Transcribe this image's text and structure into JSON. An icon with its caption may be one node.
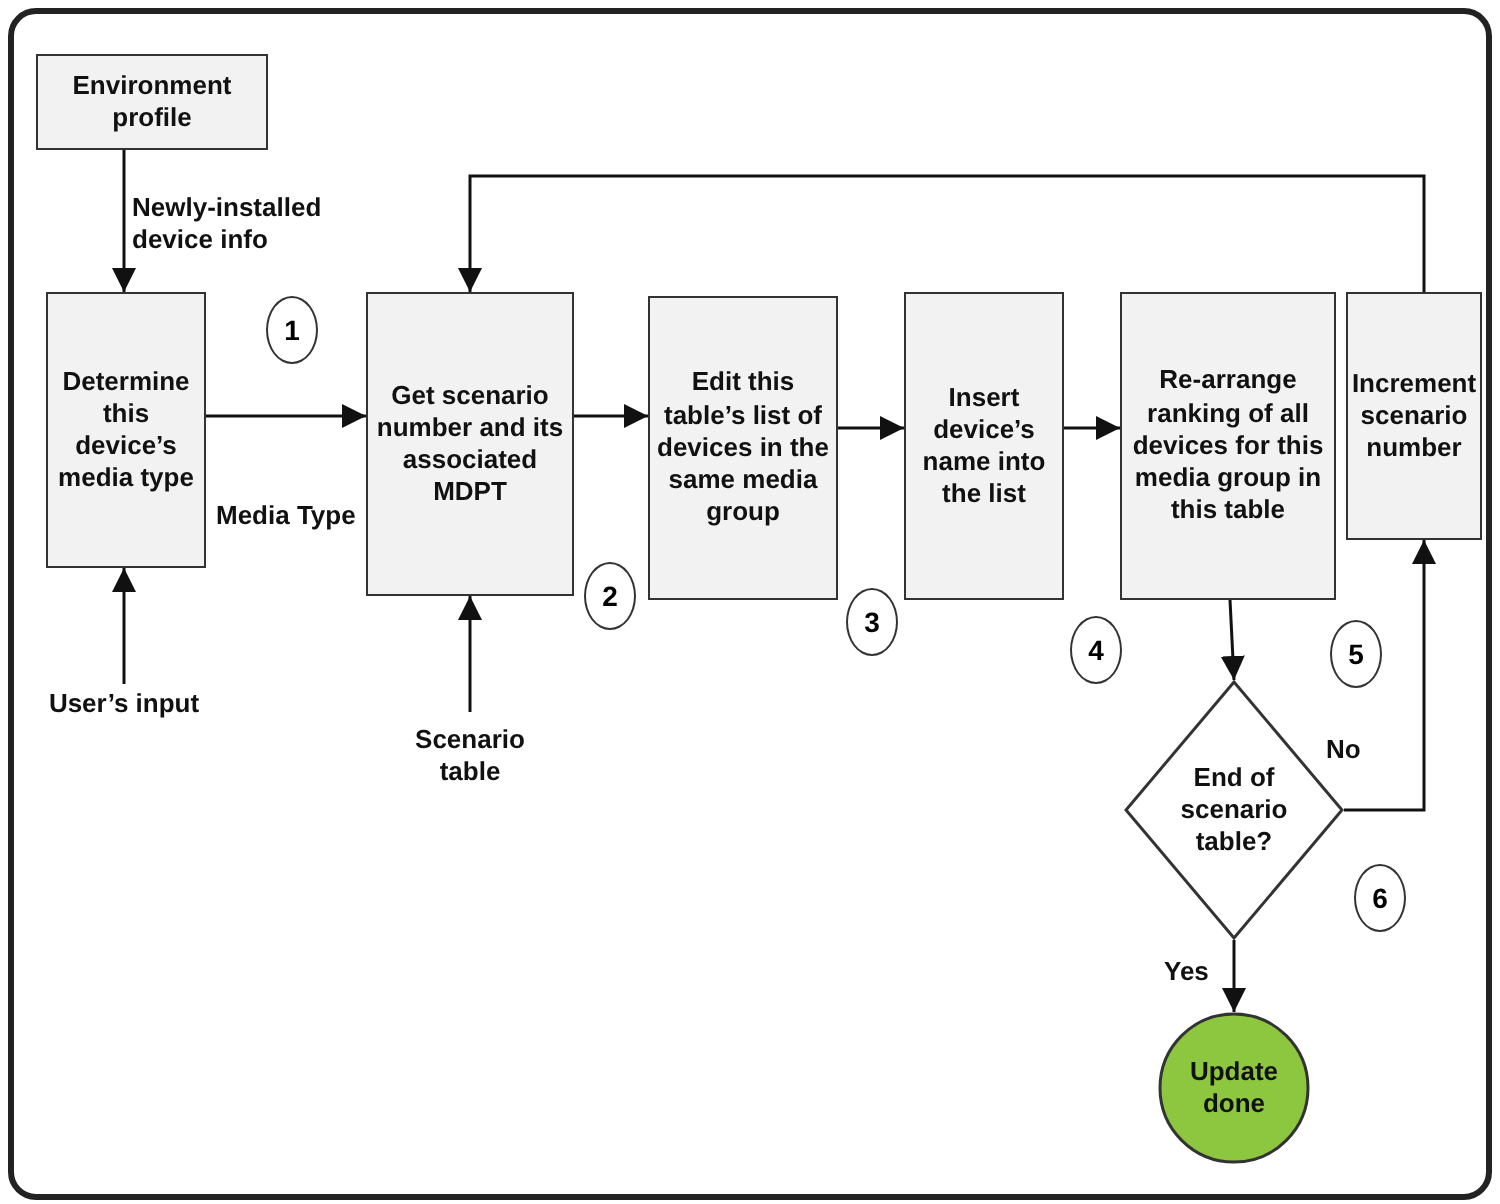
{
  "diagram": {
    "nodes": [
      {
        "text": [
          "Environment profile"
        ]
      },
      {
        "text": [
          "Determine this device’s media type"
        ]
      },
      {
        "text": [
          "Get scenario number and its associated MDPT"
        ]
      },
      {
        "text": [
          "Edit this table’s list of devices in the same media group"
        ]
      },
      {
        "text": [
          "Insert device’s name into the list"
        ]
      },
      {
        "text": [
          "Re-arrange ranking of all devices for this media group in this table"
        ]
      },
      {
        "text": [
          "Increment scenario number"
        ]
      },
      {
        "text": [
          "End of scenario table?"
        ]
      },
      {
        "text": [
          "Update done"
        ]
      },
      {
        "text": [
          "User’s input"
        ]
      },
      {
        "text": [
          "Scenario table"
        ]
      }
    ],
    "edges": [
      {
        "from": 0,
        "to": 1,
        "arrow": "to",
        "label": "Newly-installed device info"
      },
      {
        "from": 9,
        "to": 1,
        "arrow": "to"
      },
      {
        "from": 1,
        "to": 2,
        "arrow": "to",
        "label": "Media Type"
      },
      {
        "from": 10,
        "to": 2,
        "arrow": "to"
      },
      {
        "from": 2,
        "to": 3,
        "arrow": "to"
      },
      {
        "from": 3,
        "to": 4,
        "arrow": "to"
      },
      {
        "from": 4,
        "to": 5,
        "arrow": "to"
      },
      {
        "from": 5,
        "to": 7,
        "arrow": "to"
      },
      {
        "from": 7,
        "to": 8,
        "arrow": "to",
        "label": "Yes"
      },
      {
        "from": 7,
        "to": 6,
        "arrow": "to",
        "label": "No"
      },
      {
        "from": 6,
        "to": 2,
        "arrow": "to"
      }
    ],
    "labels": [
      "1",
      "2",
      "3",
      "4",
      "5",
      "6"
    ]
  }
}
